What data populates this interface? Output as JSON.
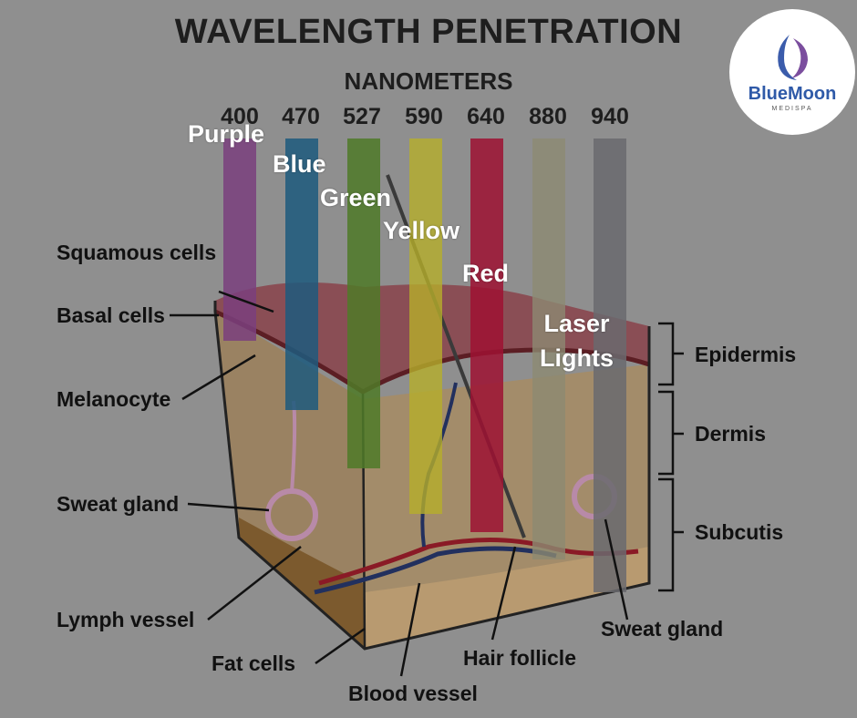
{
  "title": "WAVELENGTH PENETRATION",
  "subtitle": "NANOMETERS",
  "wavelengths": [
    "400",
    "470",
    "527",
    "590",
    "640",
    "880",
    "940"
  ],
  "color_labels": {
    "purple": "Purple",
    "blue": "Blue",
    "green": "Green",
    "yellow": "Yellow",
    "red": "Red",
    "laser_line1": "Laser",
    "laser_line2": "Lights"
  },
  "anatomy_labels": {
    "squamous": "Squamous cells",
    "basal": "Basal cells",
    "melanocyte": "Melanocyte",
    "sweat_gland_left": "Sweat gland",
    "lymph": "Lymph vessel",
    "fat": "Fat cells",
    "blood": "Blood vessel",
    "hair": "Hair follicle",
    "sweat_gland_right": "Sweat gland"
  },
  "layer_labels": {
    "epidermis": "Epidermis",
    "dermis": "Dermis",
    "subcutis": "Subcutis"
  },
  "logo": {
    "name": "BlueMoon",
    "tagline": "MEDISPA"
  },
  "band_colors": [
    "#7a3f7e",
    "#1d5a7e",
    "#4f7a28",
    "#b5ae2a",
    "#9e1232",
    "#8c8a72",
    "#6a6a6e"
  ]
}
